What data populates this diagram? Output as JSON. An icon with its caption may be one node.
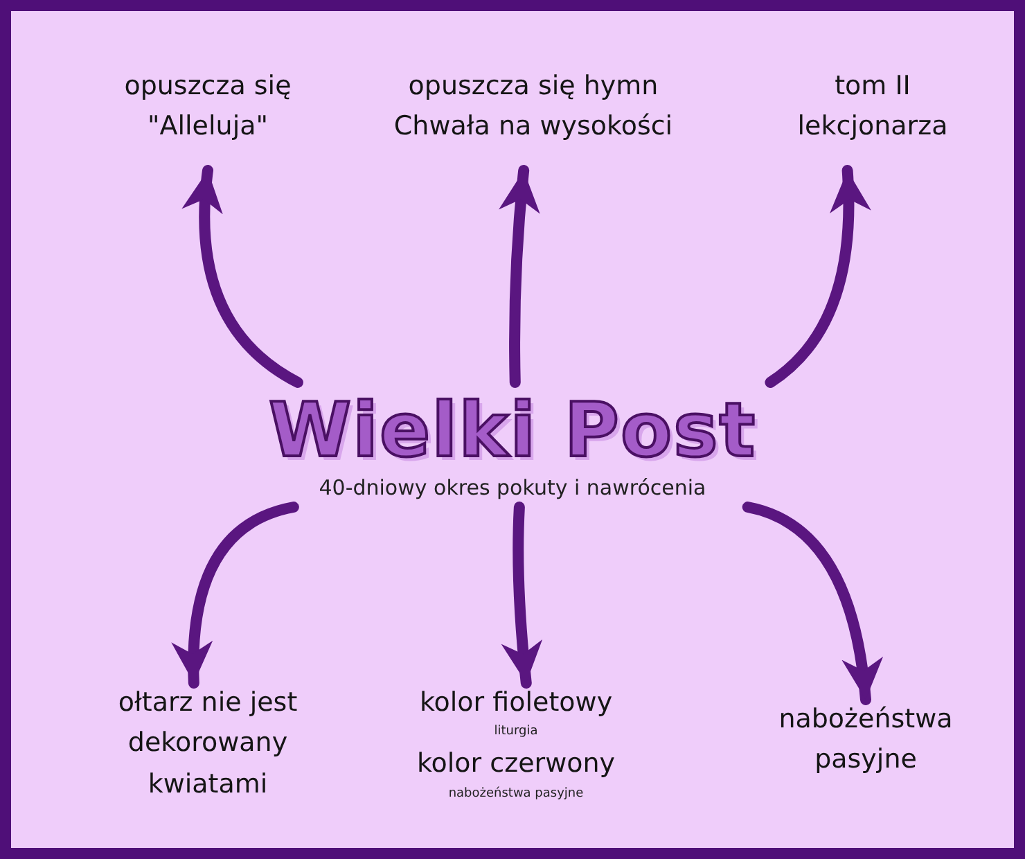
{
  "diagram": {
    "nodes": [
      {
        "text": [
          "Wielki Post",
          "40-dniowy okres pokuty i nawrócenia"
        ]
      },
      {
        "text": [
          "opuszcza się \"Alleluja\""
        ]
      },
      {
        "text": [
          "opuszcza się hymn Chwała na wysokości"
        ]
      },
      {
        "text": [
          "tom II lekcjonarza"
        ]
      },
      {
        "text": [
          "ołtarz nie jest dekorowany kwiatami"
        ]
      },
      {
        "text": [
          "kolor fioletowy",
          "liturgia",
          "kolor czerwony",
          "nabożeństwa pasyjne"
        ]
      },
      {
        "text": [
          "nabożeństwa pasyjne"
        ]
      }
    ],
    "edges": [
      {
        "from": 0,
        "to": 1,
        "arrow": "to"
      },
      {
        "from": 0,
        "to": 2,
        "arrow": "to"
      },
      {
        "from": 0,
        "to": 3,
        "arrow": "to"
      },
      {
        "from": 0,
        "to": 4,
        "arrow": "to"
      },
      {
        "from": 0,
        "to": 5,
        "arrow": "to"
      },
      {
        "from": 0,
        "to": 6,
        "arrow": "to"
      }
    ]
  }
}
